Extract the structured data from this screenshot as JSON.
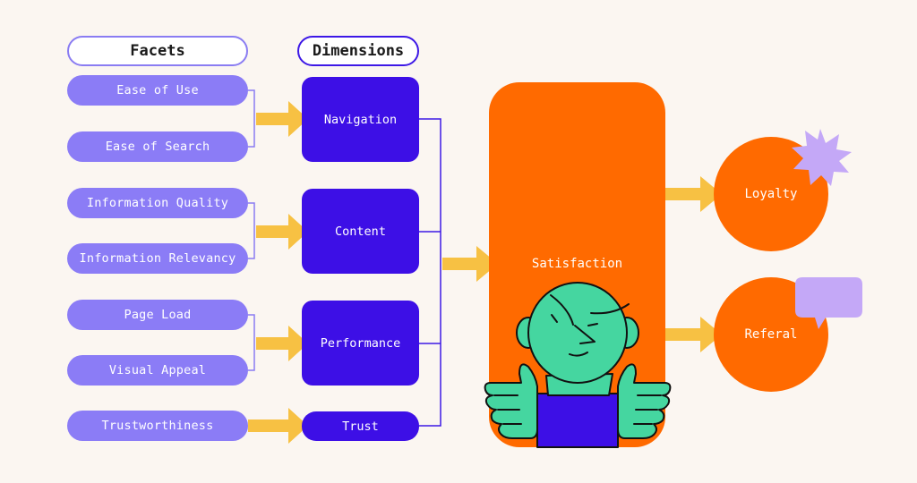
{
  "headers": {
    "facets": "Facets",
    "dimensions": "Dimensions"
  },
  "facets": [
    "Ease of Use",
    "Ease of Search",
    "Information Quality",
    "Information Relevancy",
    "Page Load",
    "Visual Appeal",
    "Trustworthiness"
  ],
  "dimensions": [
    "Navigation",
    "Content",
    "Performance",
    "Trust"
  ],
  "satisfaction": "Satisfaction",
  "outcomes": {
    "loyalty": "Loyalty",
    "referral": "Referal"
  },
  "colors": {
    "background": "#fbf6f1",
    "facet": "#8b7cf6",
    "dimension": "#3d0fe6",
    "orange": "#ff6a00",
    "arrow": "#f7c143",
    "character_skin": "#45d6a0",
    "accent_lilac": "#c4a8f7"
  },
  "icons": [
    "star-icon",
    "speech-bubble-icon",
    "thumbs-up-character"
  ]
}
